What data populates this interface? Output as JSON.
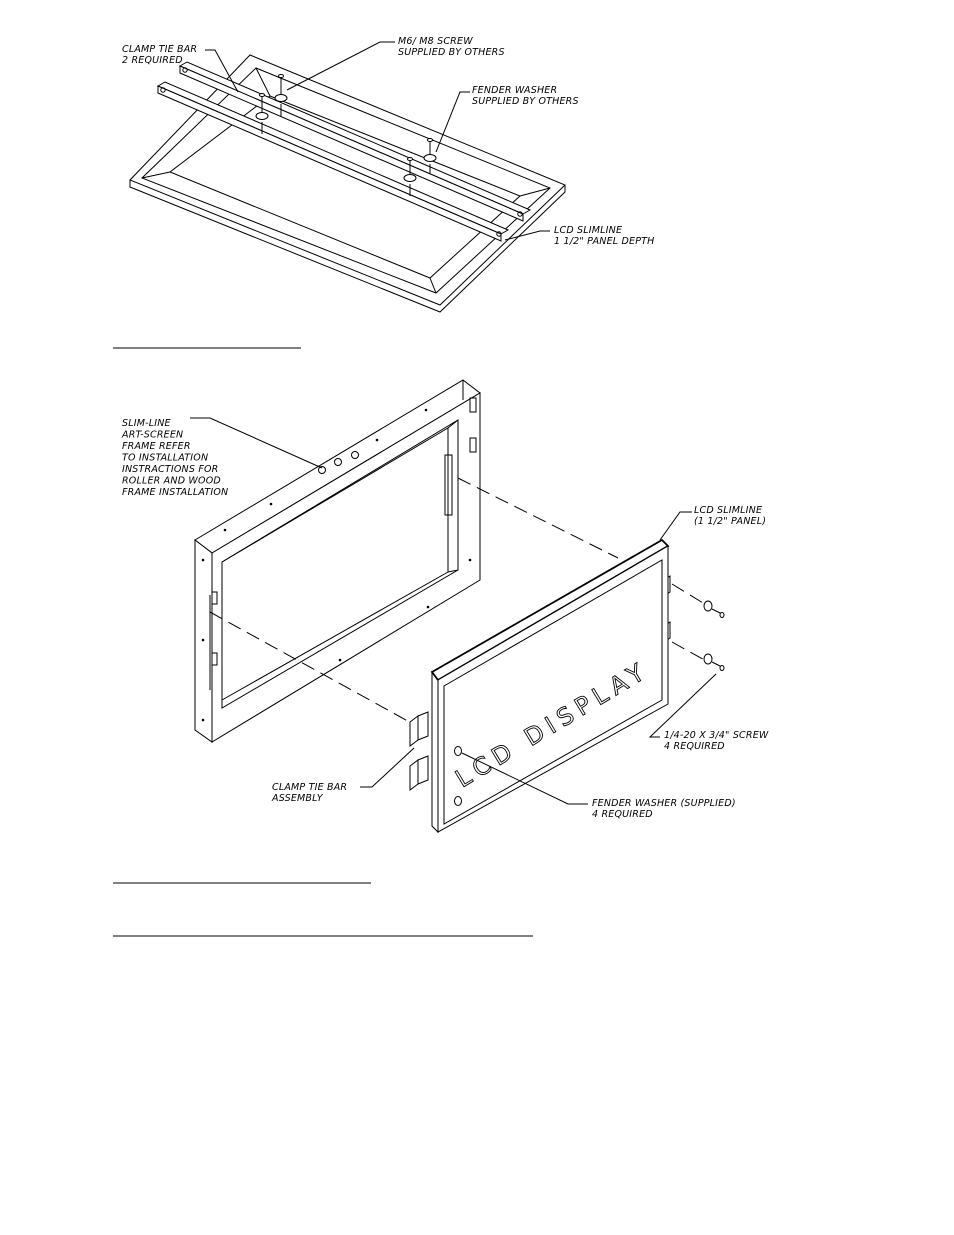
{
  "top_view": {
    "clamp_tie_bar": [
      "CLAMP TIE BAR",
      "2 REQUIRED"
    ],
    "m6_screw": [
      "M6/ M8 SCREW",
      "SUPPLIED BY OTHERS"
    ],
    "fender_washer": [
      "FENDER WASHER",
      "SUPPLIED BY OTHERS"
    ],
    "lcd_slimline": [
      "LCD SLIMLINE",
      "1 1/2\" PANEL DEPTH"
    ]
  },
  "bottom_view": {
    "frame": [
      "SLIM-LINE",
      "ART-SCREEN",
      "FRAME REFER",
      "TO INSTALLATION",
      "INSTRACTIONS FOR",
      "ROLLER AND WOOD",
      "FRAME INSTALLATION"
    ],
    "lcd_slimline": [
      "LCD SLIMLINE",
      "(1 1/2\" PANEL)"
    ],
    "screw": [
      "1/4-20 X 3/4\" SCREW",
      "4 REQUIRED"
    ],
    "clamp_assembly": [
      "CLAMP TIE BAR",
      "ASSEMBLY"
    ],
    "fender_washer": [
      "FENDER WASHER (SUPPLIED)",
      "4 REQUIRED"
    ],
    "display_text": "LCD DISPLAY"
  }
}
